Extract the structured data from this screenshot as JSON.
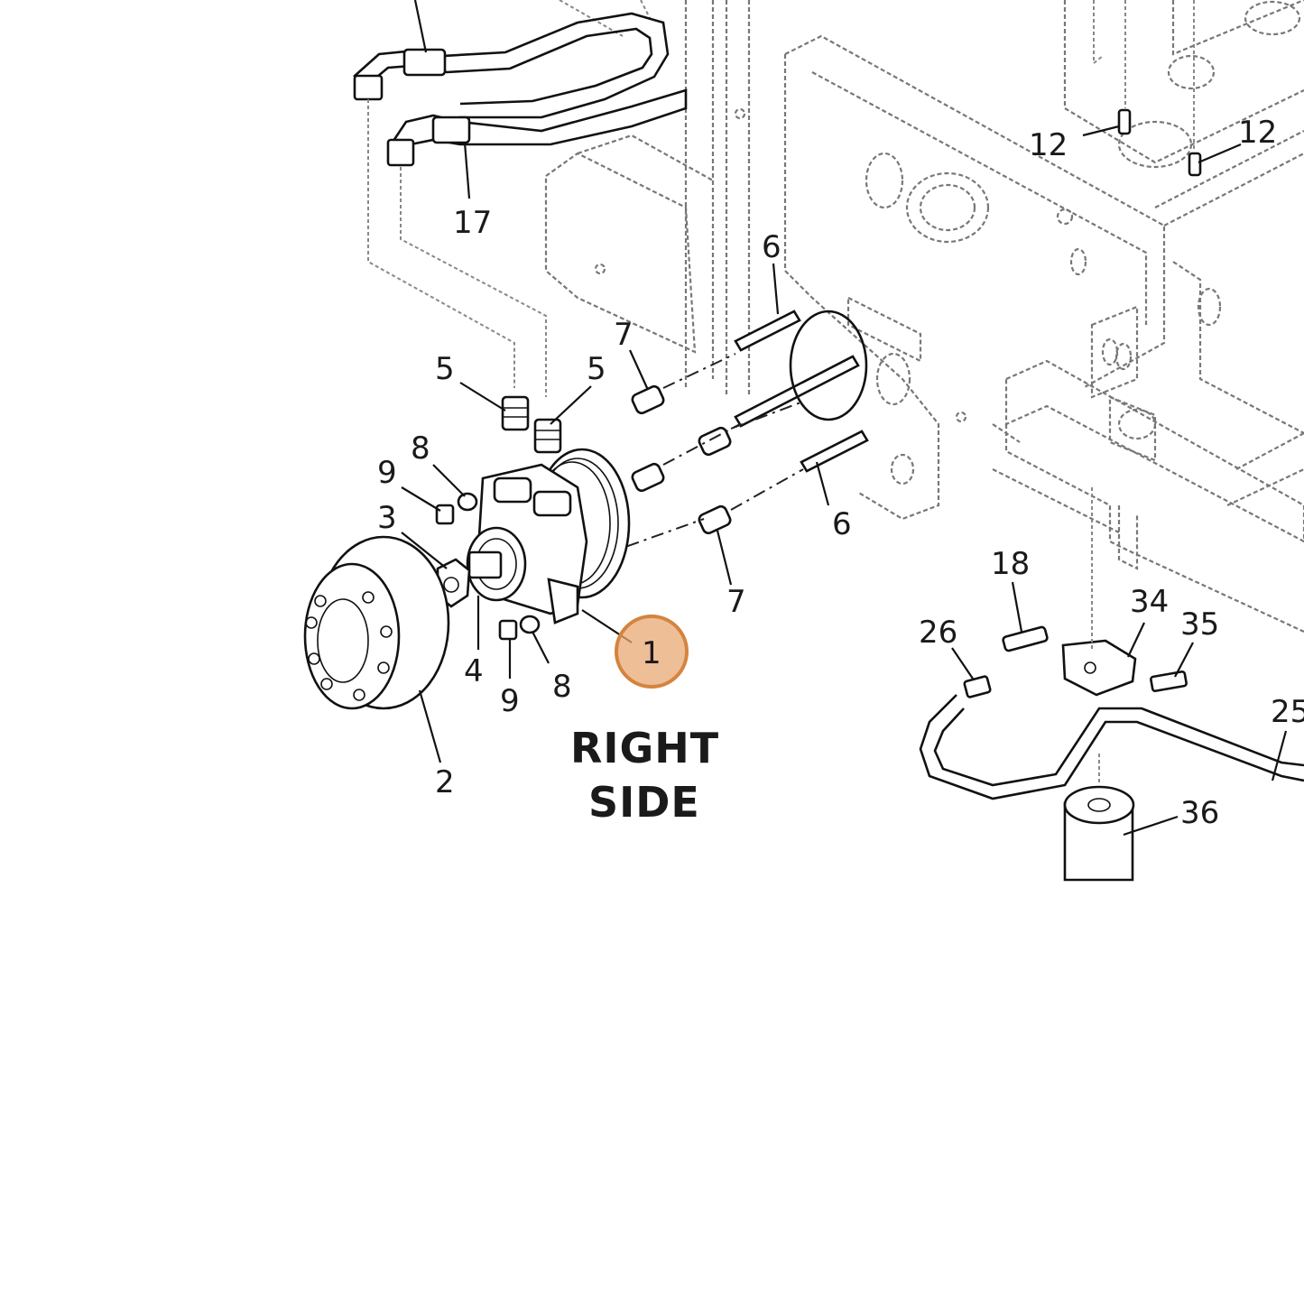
{
  "view_title": {
    "line1": "RIGHT",
    "line2": "SIDE"
  },
  "highlight": {
    "color": "#e8a874",
    "border_color": "#d4843f",
    "label": "1"
  },
  "callouts": {
    "c17": "17",
    "c12a": "12",
    "c12b": "12",
    "c6a": "6",
    "c6b": "6",
    "c7a": "7",
    "c7b": "7",
    "c5a": "5",
    "c5b": "5",
    "c8a": "8",
    "c8b": "8",
    "c9a": "9",
    "c9b": "9",
    "c3": "3",
    "c4": "4",
    "c2": "2",
    "c18": "18",
    "c26": "26",
    "c34": "34",
    "c35": "35",
    "c25": "25",
    "c36": "36"
  }
}
